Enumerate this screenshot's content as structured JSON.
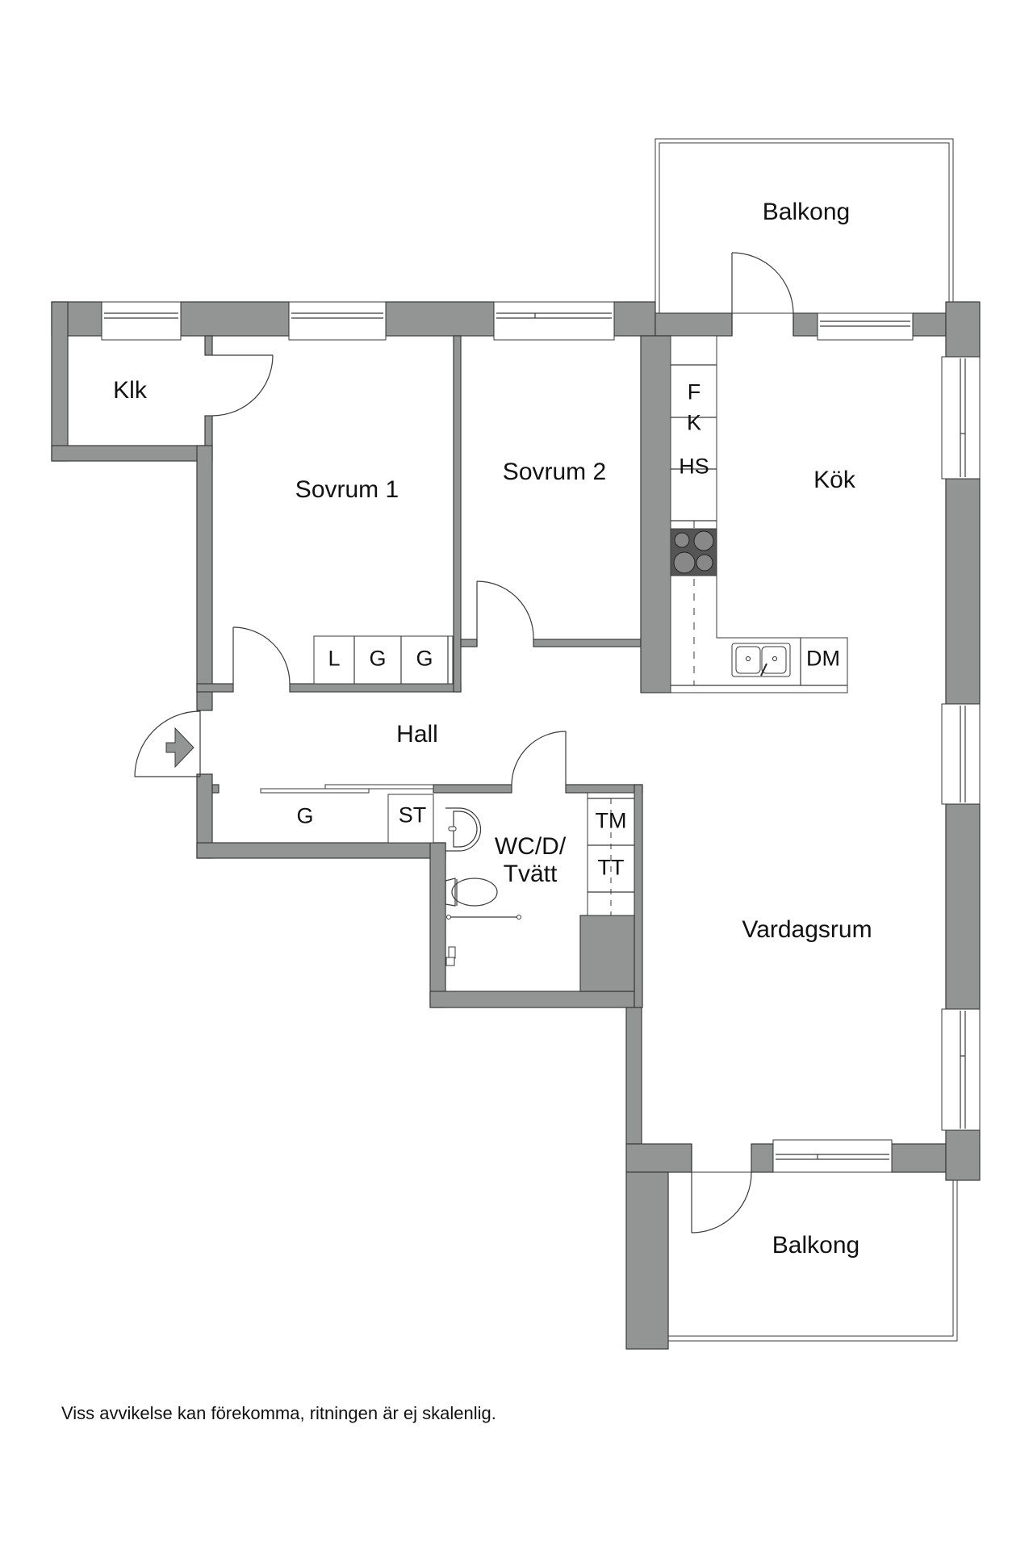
{
  "plan": {
    "rooms": {
      "klk": "Klk",
      "sovrum1": "Sovrum 1",
      "sovrum2": "Sovrum 2",
      "kok": "Kök",
      "hall": "Hall",
      "wc": "WC/D/\nTvätt",
      "wc_line1": "WC/D/",
      "wc_line2": "Tvätt",
      "vardagsrum": "Vardagsrum",
      "balkong_top": "Balkong",
      "balkong_bottom": "Balkong"
    },
    "fixtures": {
      "kitchen_f": "F",
      "kitchen_k": "K",
      "kitchen_hs": "HS",
      "kitchen_dm": "DM",
      "sovrum1_wardrobe": [
        "L",
        "G",
        "G"
      ],
      "hall_wardrobe": "G",
      "hall_st": "ST",
      "wc_tm": "TM",
      "wc_tt": "TT"
    },
    "icons": {
      "entrance": "entrance-arrow-icon",
      "stove": "stove-icon",
      "sink": "sink-icon",
      "toilet": "toilet-icon",
      "washbasin": "washbasin-icon",
      "shower": "shower-icon"
    },
    "colors": {
      "wall": "#939595",
      "outline": "#3a3a3a",
      "stove": "#555555"
    }
  },
  "footer": {
    "disclaimer": "Viss avvikelse kan förekomma, ritningen är ej skalenlig."
  }
}
